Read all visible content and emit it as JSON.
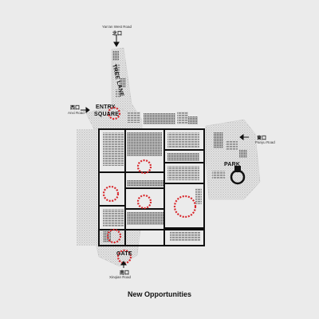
{
  "title": "New Opportunities",
  "entrances": {
    "north": {
      "road": "Yan'an West Road",
      "cn": "北口"
    },
    "west": {
      "road": "Anxi Road",
      "cn": "西口"
    },
    "east": {
      "road": "Panyu Road",
      "cn": "東口"
    },
    "south": {
      "road": "Xinqian Road",
      "cn": "南口"
    }
  },
  "zones": {
    "lane": "TREE LANE",
    "square_line1": "ENTRY",
    "square_line2": "SQUARE",
    "park": "PARK",
    "gate": "GATE"
  },
  "colors": {
    "background": "#ebebeb",
    "grid": "#111111",
    "highlight": "#d8262b",
    "stipple": "#b5b5b5"
  }
}
